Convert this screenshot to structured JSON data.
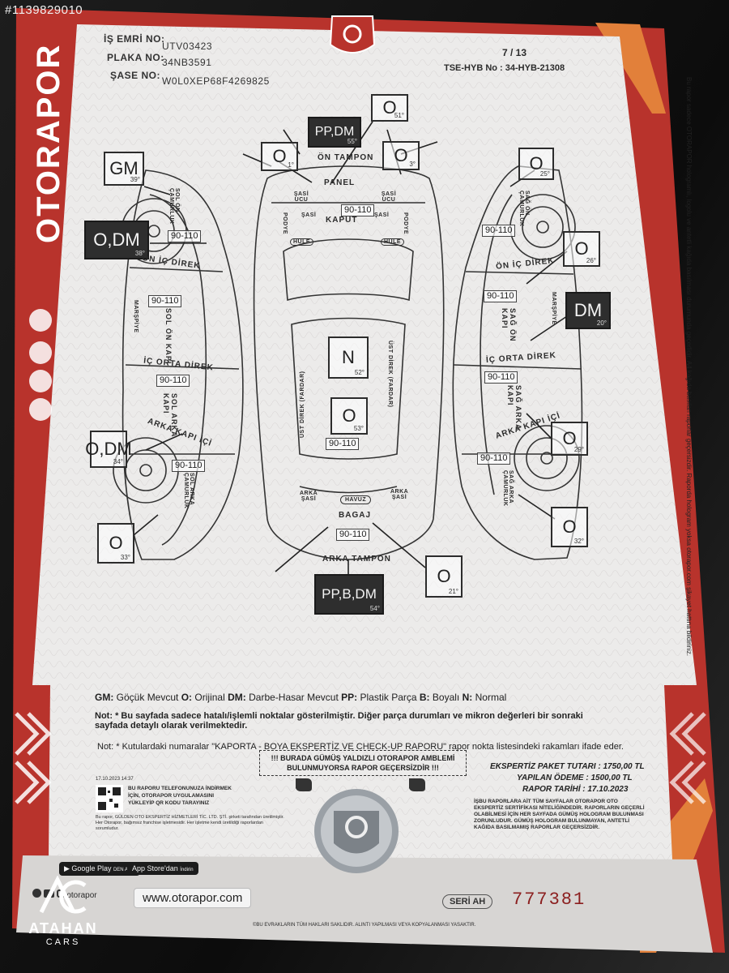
{
  "listing_id": "#1139829010",
  "brand_vertical": "OTORAPOR",
  "header": {
    "labels": [
      "İŞ EMRİ NO:",
      "PLAKA NO:",
      "ŞASE NO:"
    ],
    "values": [
      "UTV03423",
      "34NB3591",
      "W0L0XEP68F4269825"
    ],
    "page": "7 / 13",
    "tse": "TSE-HYB No : 34-HYB-21308"
  },
  "status_boxes": [
    {
      "code": "PP,DM",
      "deg": "55°",
      "dark": true
    },
    {
      "code": "O",
      "deg": "51°",
      "dark": false
    },
    {
      "code": "O",
      "deg": "1°",
      "dark": false
    },
    {
      "code": "O",
      "deg": "3°",
      "dark": false
    },
    {
      "code": "GM",
      "deg": "39°",
      "dark": false
    },
    {
      "code": "O,DM",
      "deg": "38°",
      "dark": true
    },
    {
      "code": "O",
      "deg": "25°",
      "dark": false
    },
    {
      "code": "O",
      "deg": "26°",
      "dark": false
    },
    {
      "code": "DM",
      "deg": "20°",
      "dark": true
    },
    {
      "code": "N",
      "deg": "52°",
      "dark": false
    },
    {
      "code": "O",
      "deg": "53°",
      "dark": false
    },
    {
      "code": "O,DM",
      "deg": "34°",
      "dark": false
    },
    {
      "code": "O",
      "deg": "29°",
      "dark": false
    },
    {
      "code": "O",
      "deg": "32°",
      "dark": false
    },
    {
      "code": "O",
      "deg": "33°",
      "dark": false
    },
    {
      "code": "O",
      "deg": "21°",
      "dark": false
    },
    {
      "code": "PP,B,DM",
      "deg": "54°",
      "dark": true
    }
  ],
  "ref_numbers": [
    "90-110",
    "90-110",
    "90-110",
    "90-110",
    "90-110",
    "90-110",
    "90-110",
    "90-110",
    "90-110",
    "90-110",
    "90-110",
    "90-110"
  ],
  "parts": {
    "on_tampon": "ÖN TAMPON",
    "panel": "PANEL",
    "kaput": "KAPUT",
    "on_ic_direk_l": "ÖN İÇ DİREK",
    "on_ic_direk_r": "ÖN İÇ DİREK",
    "sol_on_kapi": "SOL ÖN KAPI",
    "sag_on_kapi": "SAĞ ÖN KAPI",
    "ic_orta_direk_l": "İÇ ORTA DİREK",
    "ic_orta_direk_r": "İÇ ORTA DİREK",
    "sol_arka_kapi": "SOL ARKA KAPI",
    "sag_arka_kapi": "SAĞ ARKA KAPI",
    "arka_kapi_ici_l": "ARKA KAPI İÇİ",
    "arka_kapi_ici_r": "ARKA KAPI İÇİ",
    "sol_on_camurluk": "SOL ÖN ÇAMURLUK",
    "sag_on_camurluk": "SAĞ ÖN ÇAMURLUK",
    "sol_arka_camurluk": "SOL ARKA ÇAMURLUK",
    "sag_arka_camurluk": "SAĞ ARKA ÇAMURLUK",
    "ust_direk_l": "ÜST DİREK (FARDAR)",
    "ust_direk_r": "ÜST DİREK (FARDAR)",
    "bagaj": "BAGAJ",
    "havuz": "HAVUZ",
    "arka_tampon": "ARKA TAMPON",
    "marspiye_l": "MARŞPİYE",
    "marspiye_r": "MARŞPİYE",
    "podye_l": "PODYE",
    "podye_r": "PODYE",
    "hule_l": "HULE",
    "hule_r": "HULE",
    "sasi": "ŞASİ",
    "sasi_ucu": "ŞASİ UCU",
    "arka_sasi": "ARKA ŞASİ"
  },
  "legend": {
    "items": [
      {
        "k": "GM:",
        "v": "Göçük Mevcut"
      },
      {
        "k": "O:",
        "v": "Orijinal"
      },
      {
        "k": "DM:",
        "v": "Darbe-Hasar Mevcut"
      },
      {
        "k": "PP:",
        "v": "Plastik Parça"
      },
      {
        "k": "B:",
        "v": "Boyalı"
      },
      {
        "k": "N:",
        "v": "Normal"
      }
    ],
    "note1_label": "Not:",
    "note1": "* Bu sayfada sadece hatalı/işlemli noktalar gösterilmiştir. Diğer parça durumları ve mikron değerleri bir sonraki sayfada detaylı olarak verilmektedir.",
    "note2_label": "Not:",
    "note2": "* Kutulardaki numaralar \"KAPORTA - BOYA EKSPERTİZ VE CHECK-UP RAPORU\" rapor nokta listesindeki rakamları ifade eder."
  },
  "hologram_notice": "!!! BURADA GÜMÜŞ YALDIZLI OTORAPOR AMBLEMİ BULUNMUYORSA RAPOR GEÇERSİZDİR !!!",
  "summary": {
    "rows": [
      {
        "k": "EKSPERTİZ PAKET TUTARI :",
        "v": "1750,00 TL"
      },
      {
        "k": "YAPILAN ÖDEME :",
        "v": "1500,00 TL"
      },
      {
        "k": "RAPOR TARİHİ :",
        "v": "17.10.2023"
      }
    ]
  },
  "qr_block": {
    "timestamp": "17.10.2023 14:37",
    "text": "BU RAPORU TELEFONUNUZA İNDİRMEK İÇİN, OTORAPOR UYGULAMASINI YÜKLEYİP QR KODU TARAYINIZ"
  },
  "legal_small": "Bu rapor, GÜLDEN OTO EKSPERTİZ HİZMETLERİ TİC. LTD. ŞTİ. şirketi tarafından üretilmiştir. Her Otorapor, bağımsız franchise işletmesidir. Her işletme kendi üretildiği raporlardan sorumludur.",
  "right_legal": "İŞBU RAPORLARA AİT TÜM SAYFALAR OTORAPOR OTO EKSPERTİZ SERTİFİKASI NİTELİĞİNDEDİR. RAPORLARIN GEÇERLİ OLABİLMESİ İÇİN HER SAYFADA GÜMÜŞ HOLOGRAM BULUNMASI ZORUNLUDUR. GÜMÜŞ HOLOGRAM BULUNMAYAN, ANTETLİ KAĞIDA BASILMAMIŞ RAPORLAR GEÇERSİZDİR.",
  "side_legal": "Bu rapor sadece OTORAPOR hologramlı, logolu ve antetli kağıda basılması durumunda geçerlidir. A4 kağıda basılan raporlar geçersizdir. Raporda hologram yoksa otorapor.com şikayet hattına bildiriniz.",
  "footer": {
    "google_play": "Google Play",
    "google_play_sub": "DEN ALIN",
    "app_store": "App Store'dan",
    "app_store_sub": "İndirin",
    "social_handle": "otorapor",
    "website": "www.otorapor.com",
    "serial_label": "SERİ AH",
    "serial_no": "777381",
    "copyright": "©BU EVRAKLARIN TÜM HAKLARI SAKLIDIR. ALINTI YAPILMASI VEYA KOPYALANMASI YASAKTIR."
  },
  "dealer": {
    "name": "ATAHAN",
    "sub": "CARS"
  },
  "colors": {
    "red": "#b8332c",
    "paper": "#ecebea",
    "dark_box": "#2e2e2e",
    "serial_red": "#8b1e1e"
  }
}
